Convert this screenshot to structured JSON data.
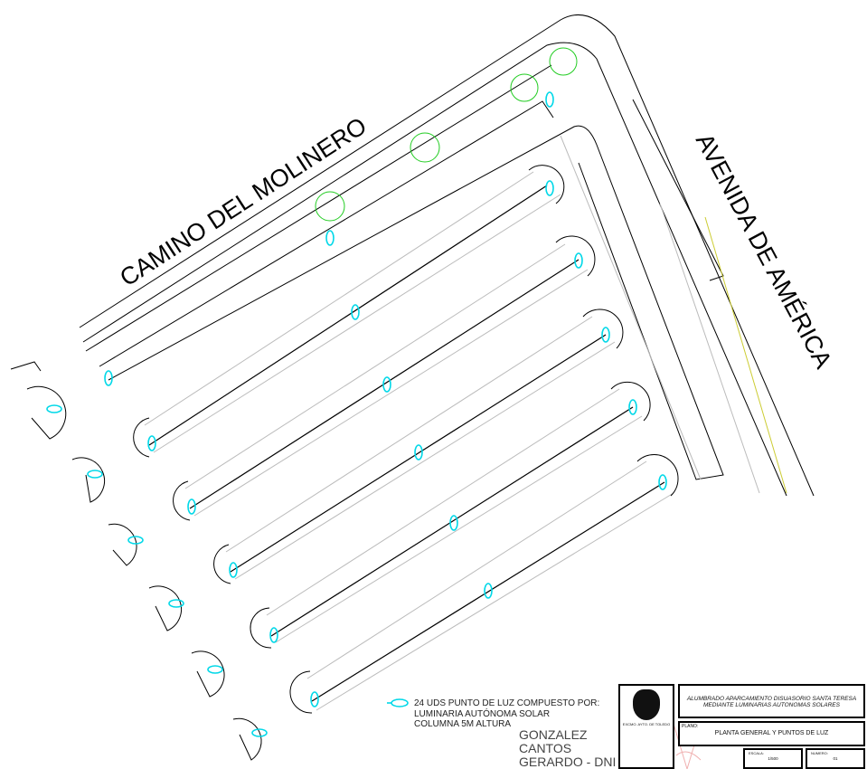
{
  "streets": {
    "camino": "CAMINO DEL MOLINERO",
    "avenida": "AVENIDA DE AMÉRICA"
  },
  "legend": {
    "icon": "luminaire-icon",
    "line1": "24 UDS PUNTO DE LUZ COMPUESTO POR:",
    "line2": "LUMINARIA AUTÓNOMA SOLAR",
    "line3": "COLUMNA 5M ALTURA"
  },
  "title_block": {
    "seal_caption": "EXCMO. AYTO. DE TOLEDO",
    "project_line1": "ALUMBRADO APARCAMIENTO DISUASORIO SANTA TERESA",
    "project_line2": "MEDIANTE LUMINARIAS AUTONOMAS SOLARES",
    "plano_label": "PLANO:",
    "plano_title": "PLANTA GENERAL Y PUNTOS DE LUZ",
    "escala_label": "ESCALA:",
    "escala_value": "1/500",
    "numero_label": "NUMERO:",
    "numero_value": "01"
  },
  "signature": {
    "line1": "GONZALEZ",
    "line2": "CANTOS",
    "line3": "GERARDO - DNI"
  },
  "colors": {
    "lamp": "#00d8e8",
    "tree": "#22cc22"
  }
}
